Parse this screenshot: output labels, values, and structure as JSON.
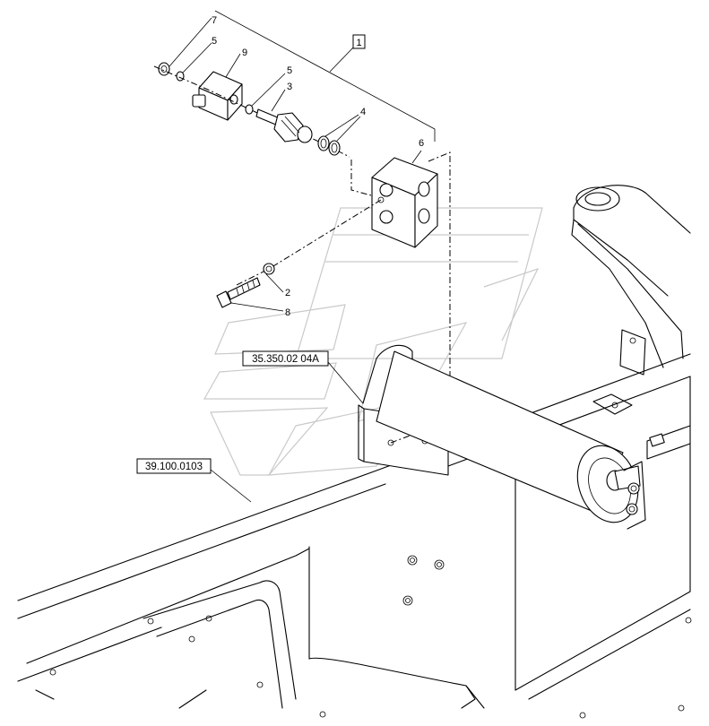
{
  "diagram": {
    "callouts": {
      "c7": "7",
      "c5a": "5",
      "c9": "9",
      "c5b": "5",
      "c3": "3",
      "c4": "4",
      "c6": "6",
      "c2": "2",
      "c8": "8"
    },
    "group_box_label": "1",
    "references": {
      "ref_a": "35.350.02 04A",
      "ref_b": "39.100.0103"
    },
    "watermark": "logo-watermark"
  }
}
